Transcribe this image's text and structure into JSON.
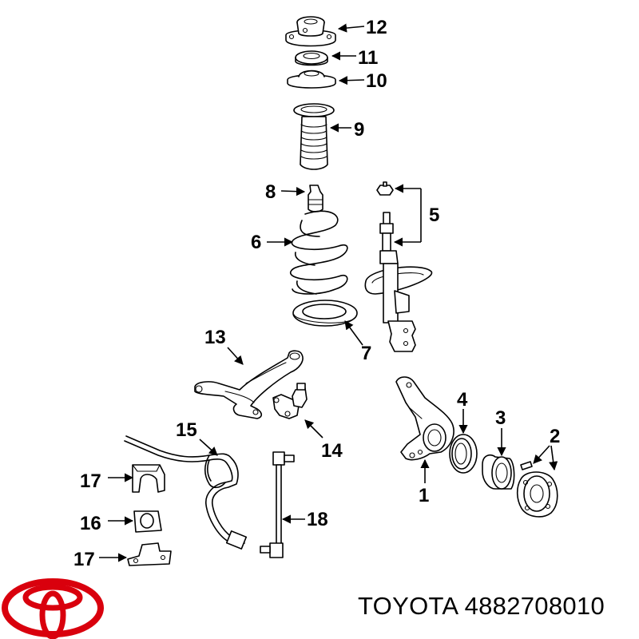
{
  "brand": {
    "logo_name": "toyota-logo",
    "logo_color": "#d9000d",
    "caption": "TOYOTA 4882708010"
  },
  "callouts": {
    "n1": "1",
    "n2": "2",
    "n3": "3",
    "n4": "4",
    "n5": "5",
    "n6": "6",
    "n7": "7",
    "n8": "8",
    "n9": "9",
    "n10": "10",
    "n11": "11",
    "n12": "12",
    "n13": "13",
    "n14": "14",
    "n15": "15",
    "n16": "16",
    "n17a": "17",
    "n17b": "17",
    "n18": "18"
  }
}
